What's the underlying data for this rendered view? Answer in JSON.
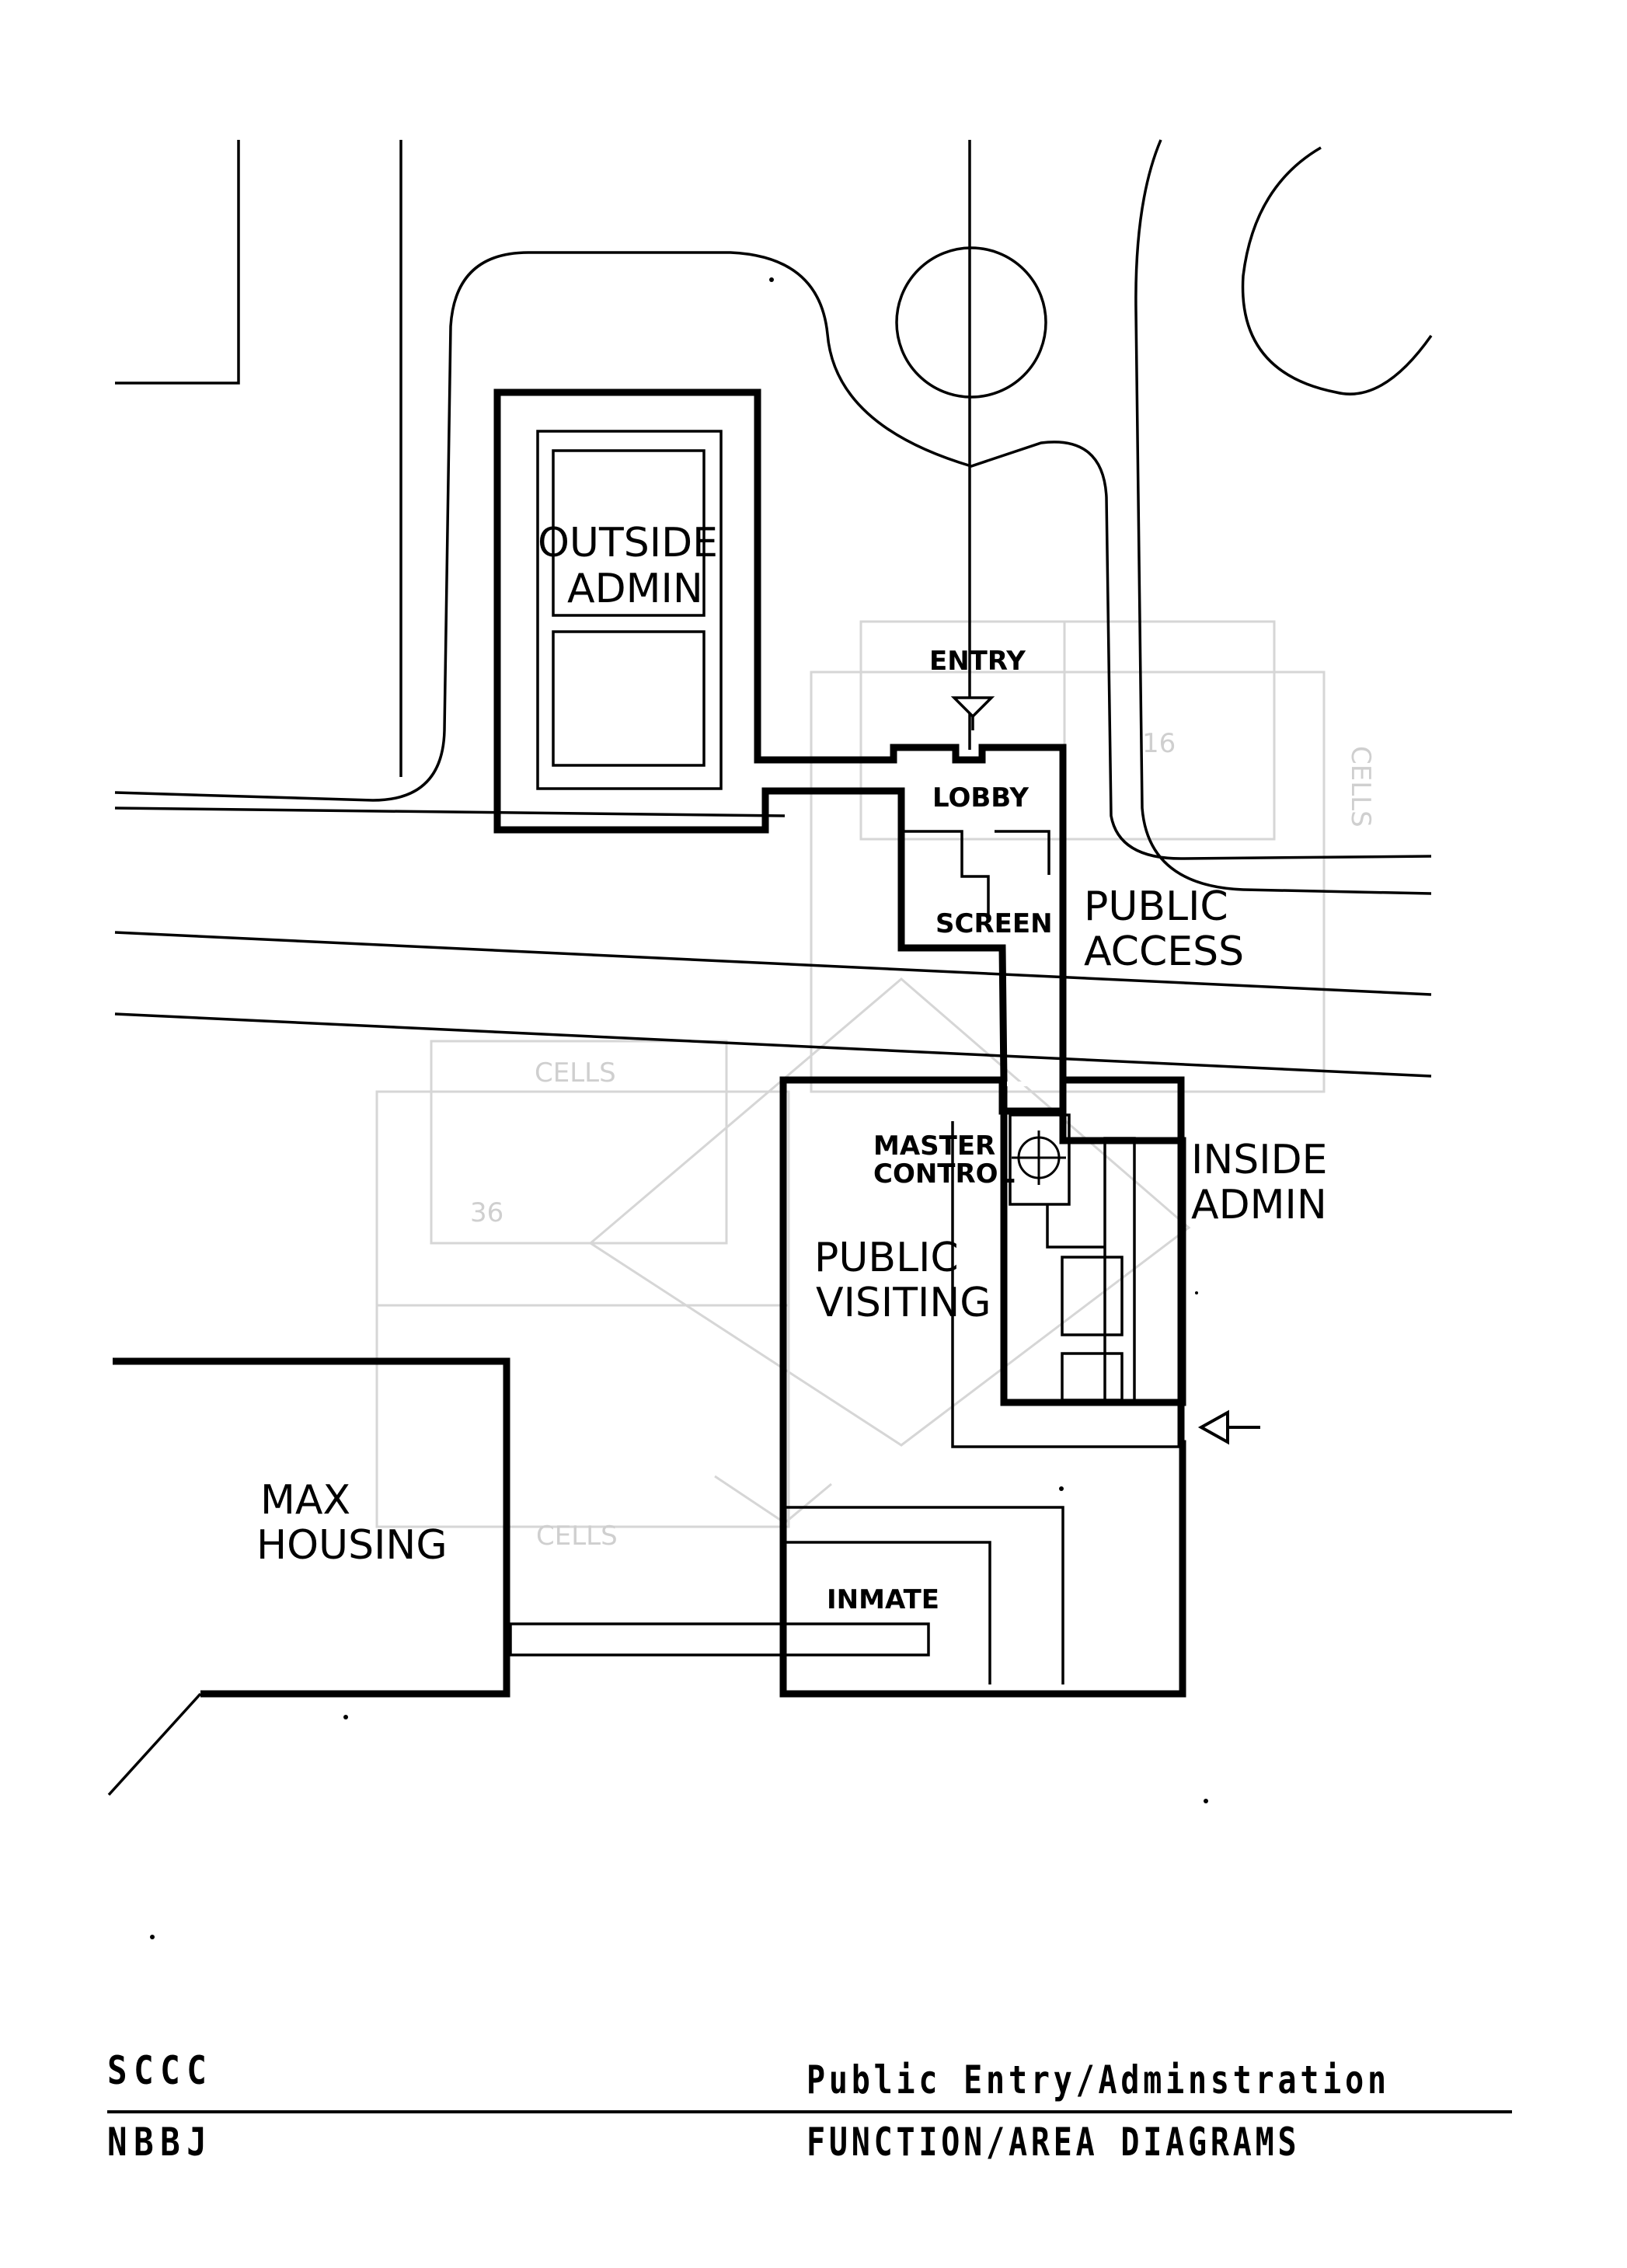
{
  "labels": {
    "outside_admin_line1": "OUTSIDE",
    "outside_admin_line2": "ADMIN",
    "entry": "ENTRY",
    "lobby": "LOBBY",
    "screen": "SCREEN",
    "public_access_line1": "PUBLIC",
    "public_access_line2": "ACCESS",
    "master_control_line1": "MASTER",
    "master_control_line2": "CONTROL",
    "inside_admin_line1": "INSIDE",
    "inside_admin_line2": "ADMIN",
    "public_visiting_line1": "PUBLIC",
    "public_visiting_line2": "VISITING",
    "max_housing_line1": "MAX",
    "max_housing_line2": "HOUSING",
    "inmate": "INMATE"
  },
  "ghost_labels": {
    "cells_top": "CELLS",
    "cells_mid": "CELLS",
    "cells_low": "CELLS",
    "n16": "16",
    "n36": "36"
  },
  "title_block": {
    "left_top": "SCCC",
    "left_bottom": "NBBJ",
    "right_top": "Public Entry/Adminstration",
    "right_bottom": "FUNCTION/AREA DIAGRAMS"
  },
  "icons": {
    "entry_marker": "triangle-down-icon",
    "side_entry_marker": "arrow-left-icon",
    "master_control_marker": "crosshair-icon"
  }
}
